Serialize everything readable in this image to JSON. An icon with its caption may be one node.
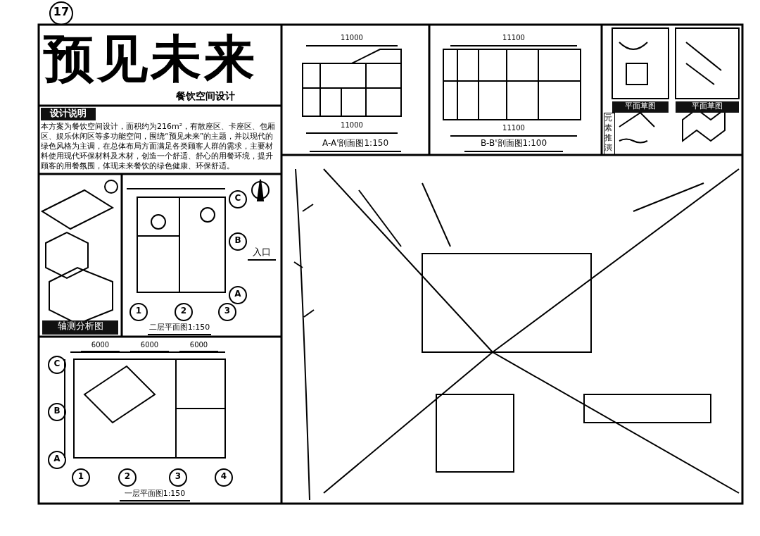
{
  "diagram": {
    "title": "预见未来",
    "labels": [
      "17",
      "餐饮空间设计",
      "设计说明",
      "本方案为餐饮空间设计，面积约为216m²，有散座区、卡座区、包厢区、娱乐休闲区等多功能空间，围绕“预见未来”的主题，并以现代的绿色风格为主调，在总体布局方面满足各类顾客人群的需求，主要材料使用现代环保材料及木材，创造一个舒适、舒心的用餐环境，提升顾客的用餐氛围，体现未来餐饮的绿色健康、环保舒适。",
      "11000",
      "11000",
      "A-A'剖面图1:150",
      "11100",
      "11100",
      "B-B'剖面图1:100",
      "平面草图",
      "平面草图",
      "元素推演",
      "C",
      "B",
      "A",
      "1",
      "2",
      "3",
      "入口",
      "轴测分析图",
      "二层平面图1:150",
      "6000",
      "6000",
      "6000",
      "C",
      "B",
      "A",
      "1",
      "2",
      "3",
      "4",
      "一层平面图1:150"
    ]
  }
}
